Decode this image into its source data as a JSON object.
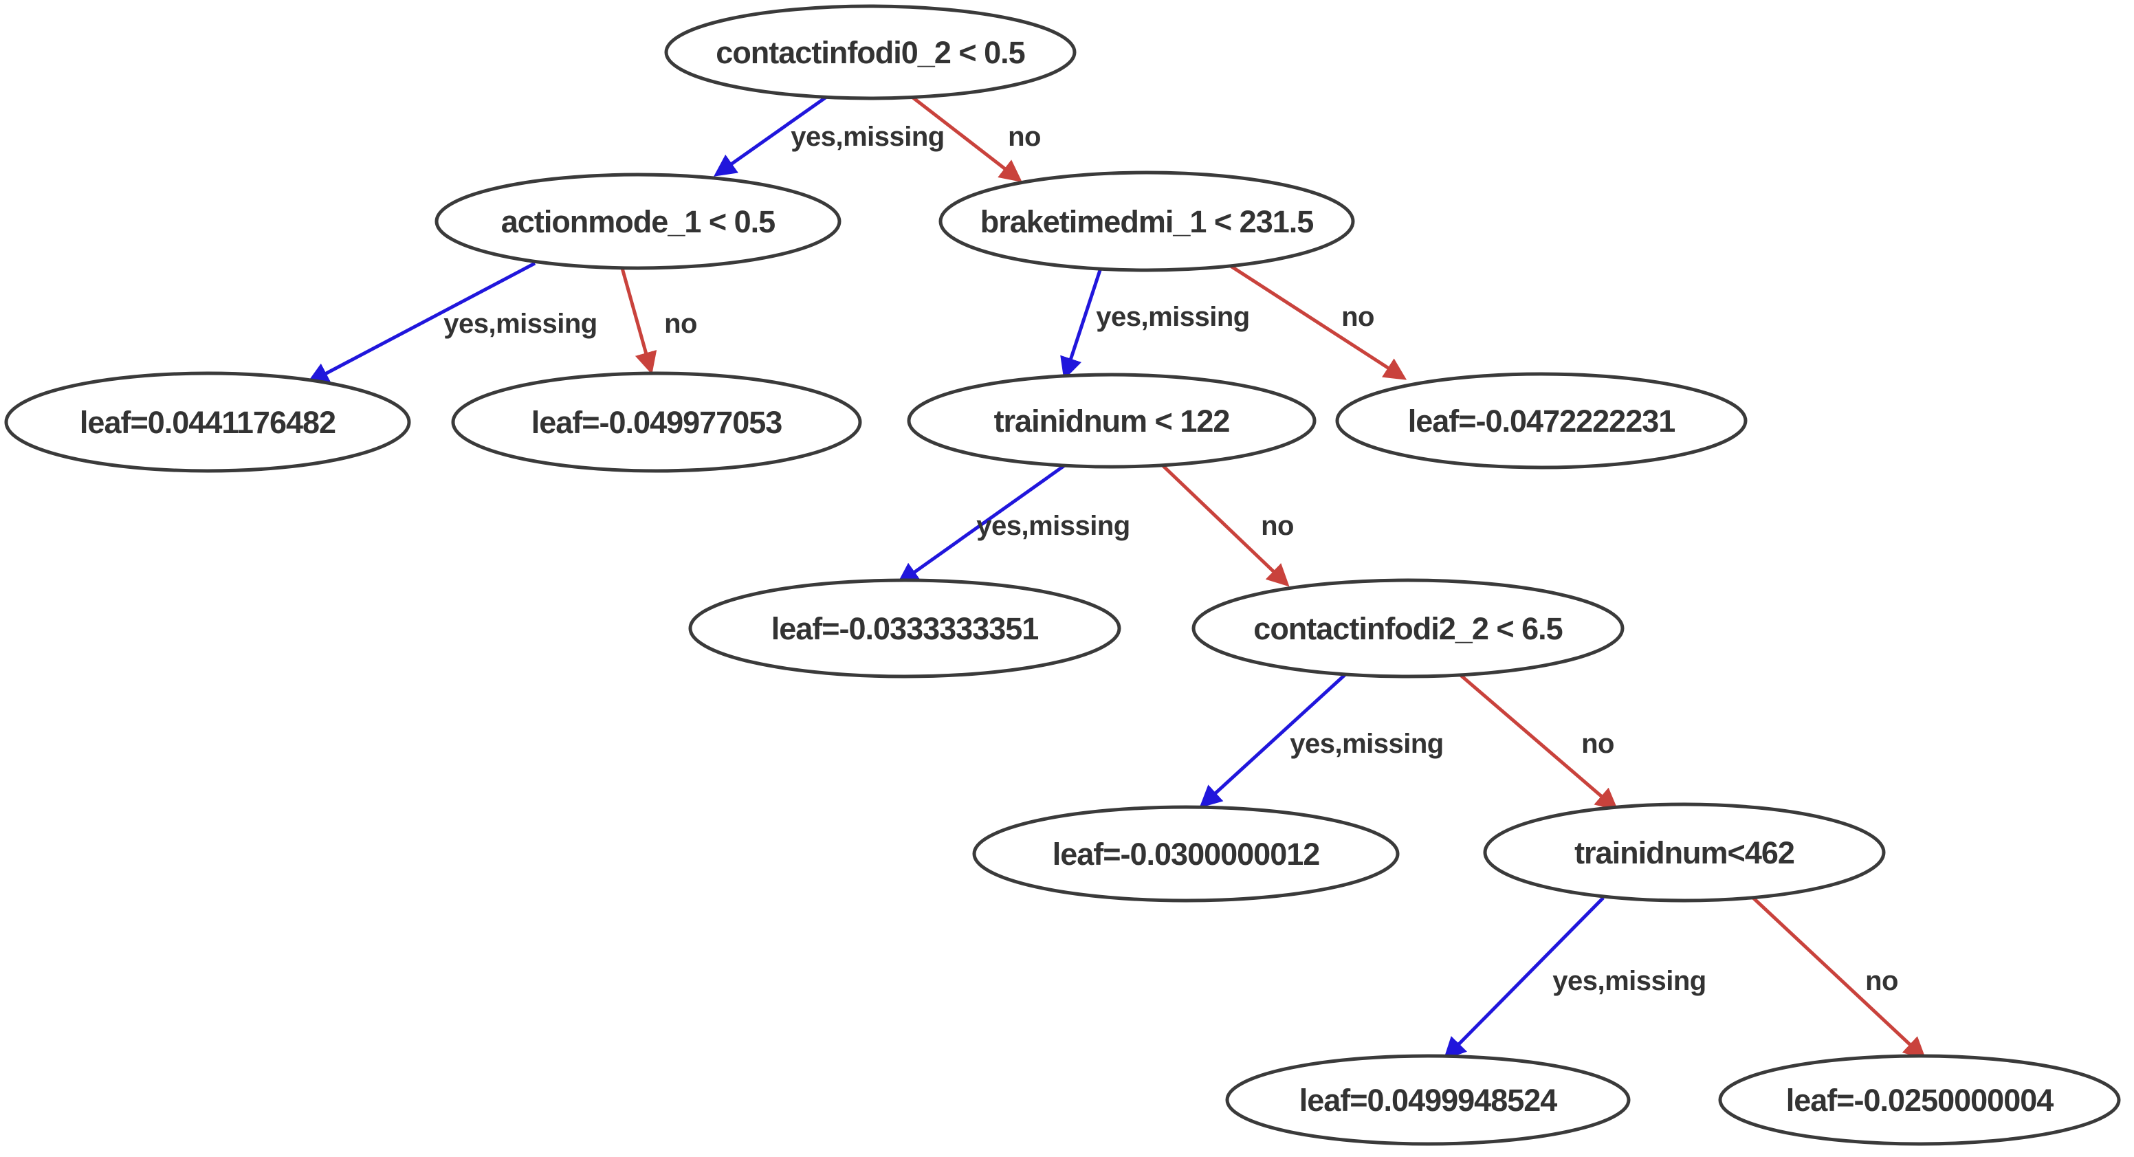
{
  "figure": {
    "kind": "decision-tree",
    "background": "#ffffff"
  },
  "colors": {
    "yes_missing_branch": "#2016dc",
    "no_branch": "#c9423c",
    "node_stroke": "#3a3a3a",
    "node_fill": "#ffffff",
    "label_text": "#333333"
  },
  "tree": {
    "nodes": [
      {
        "id": 0,
        "kind": "split",
        "label": "contactinfodi0_2 < 0.5"
      },
      {
        "id": 1,
        "kind": "split",
        "label": "actionmode_1 < 0.5"
      },
      {
        "id": 2,
        "kind": "split",
        "label": "braketimedmi_1 < 231.5"
      },
      {
        "id": 3,
        "kind": "leaf",
        "label": "leaf=0.0441176482"
      },
      {
        "id": 4,
        "kind": "leaf",
        "label": "leaf=-0.049977053"
      },
      {
        "id": 5,
        "kind": "split",
        "label": "trainidnum < 122"
      },
      {
        "id": 6,
        "kind": "leaf",
        "label": "leaf=-0.0472222231"
      },
      {
        "id": 7,
        "kind": "leaf",
        "label": "leaf=-0.0333333351"
      },
      {
        "id": 8,
        "kind": "split",
        "label": "contactinfodi2_2 < 6.5"
      },
      {
        "id": 9,
        "kind": "leaf",
        "label": "leaf=-0.0300000012"
      },
      {
        "id": 10,
        "kind": "split",
        "label": "trainidnum<462"
      },
      {
        "id": 11,
        "kind": "leaf",
        "label": "leaf=0.0499948524"
      },
      {
        "id": 12,
        "kind": "leaf",
        "label": "leaf=-0.0250000004"
      }
    ],
    "edges": [
      {
        "from": 0,
        "to": 1,
        "branch": "yes,missing",
        "label": "yes,missing"
      },
      {
        "from": 0,
        "to": 2,
        "branch": "no",
        "label": "no"
      },
      {
        "from": 1,
        "to": 3,
        "branch": "yes,missing",
        "label": "yes,missing"
      },
      {
        "from": 1,
        "to": 4,
        "branch": "no",
        "label": "no"
      },
      {
        "from": 2,
        "to": 5,
        "branch": "yes,missing",
        "label": "yes,missing"
      },
      {
        "from": 2,
        "to": 6,
        "branch": "no",
        "label": "no"
      },
      {
        "from": 5,
        "to": 7,
        "branch": "yes,missing",
        "label": "yes,missing"
      },
      {
        "from": 5,
        "to": 8,
        "branch": "no",
        "label": "no"
      },
      {
        "from": 8,
        "to": 9,
        "branch": "yes,missing",
        "label": "yes,missing"
      },
      {
        "from": 8,
        "to": 10,
        "branch": "no",
        "label": "no"
      },
      {
        "from": 10,
        "to": 11,
        "branch": "yes,missing",
        "label": "yes,missing"
      },
      {
        "from": 10,
        "to": 12,
        "branch": "no",
        "label": "no"
      }
    ]
  }
}
